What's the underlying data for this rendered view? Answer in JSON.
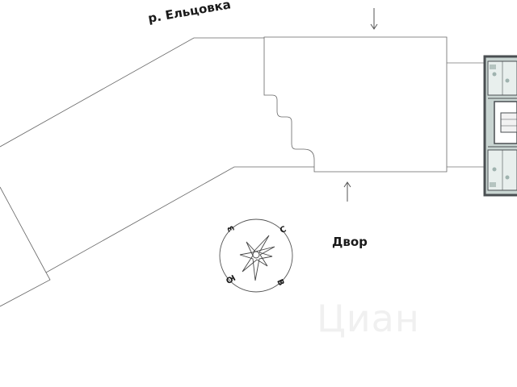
{
  "labels": {
    "river": "р. Ельцовка",
    "yard": "Двор"
  },
  "compass": {
    "north": "С",
    "east": "В",
    "south": "Ю",
    "west": "З"
  },
  "watermark": "Циан",
  "colors": {
    "line": "#555555",
    "text": "#1a1a1a",
    "building_fill": "#c9d5d2",
    "building_dark": "#4a4f52"
  }
}
